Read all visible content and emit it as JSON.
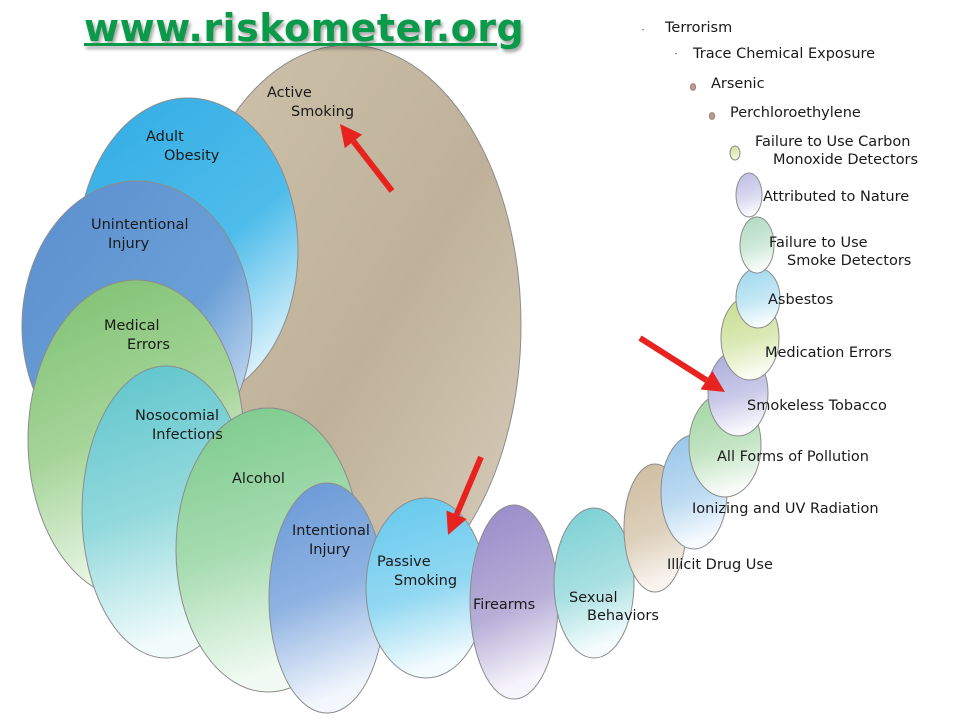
{
  "site_link": "www.riskometer.org",
  "risks": [
    {
      "lines": [
        "Active",
        "Smoking"
      ]
    },
    {
      "lines": [
        "Adult",
        "Obesity"
      ]
    },
    {
      "lines": [
        "Unintentional",
        "Injury"
      ]
    },
    {
      "lines": [
        "Medical",
        "Errors"
      ]
    },
    {
      "lines": [
        "Nosocomial",
        "Infections"
      ]
    },
    {
      "lines": [
        "Alcohol"
      ]
    },
    {
      "lines": [
        "Intentional",
        "Injury"
      ]
    },
    {
      "lines": [
        "Passive",
        "Smoking"
      ]
    },
    {
      "lines": [
        "Firearms"
      ]
    },
    {
      "lines": [
        "Sexual",
        "Behaviors"
      ]
    },
    {
      "lines": [
        "Illicit Drug Use"
      ]
    },
    {
      "lines": [
        "Ionizing and UV Radiation"
      ]
    },
    {
      "lines": [
        "All Forms of Pollution"
      ]
    },
    {
      "lines": [
        "Smokeless Tobacco"
      ]
    },
    {
      "lines": [
        "Medication Errors"
      ]
    },
    {
      "lines": [
        "Asbestos"
      ]
    },
    {
      "lines": [
        "Failure to Use",
        "Smoke Detectors"
      ]
    },
    {
      "lines": [
        "Attributed to Nature"
      ]
    },
    {
      "lines": [
        "Failure to Use Carbon",
        "Monoxide Detectors"
      ]
    },
    {
      "lines": [
        "Perchloroethylene"
      ]
    },
    {
      "lines": [
        "Arsenic"
      ]
    },
    {
      "lines": [
        "Trace Chemical Exposure"
      ]
    },
    {
      "lines": [
        "Terrorism"
      ]
    }
  ],
  "colors": {
    "active_smoking": "#c7baa3",
    "adult_obesity": "#3fb3e6",
    "unintentional_injury": "#5a92cf",
    "medical_errors": "#84c37a",
    "nosocomial_infections": "#6ccad0",
    "alcohol": "#86cc8f",
    "intentional_injury": "#6d9bd8",
    "passive_smoking": "#6ccbed",
    "firearms": "#9a8ec9",
    "sexual_behaviors": "#7fd2d4",
    "illicit_drug_use": "#d2c2a8",
    "ionizing_uv": "#9fcaea",
    "pollution": "#a8d8a8",
    "smokeless_tobacco": "#b3b3dd",
    "medication_errors": "#cfe19a",
    "asbestos": "#a6dcef",
    "smoke_detectors": "#b9dfc8",
    "nature": "#c6c6e6",
    "co_detectors": "#d7e6a6",
    "arrow": "#e8231f"
  },
  "arrows": [
    {
      "points_to": "Active Smoking"
    },
    {
      "points_to": "Smokeless Tobacco"
    },
    {
      "points_to": "Passive Smoking"
    }
  ]
}
